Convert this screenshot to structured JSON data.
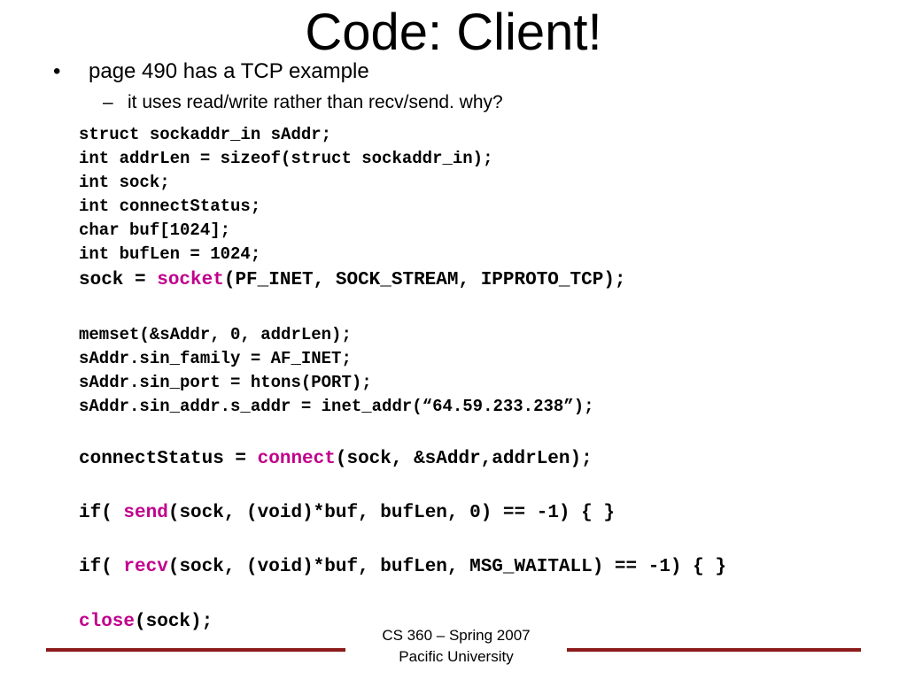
{
  "slide": {
    "title": "Code: Client!",
    "bullets": [
      {
        "marker": "•",
        "text": "page 490 has a TCP example"
      },
      {
        "marker": "–",
        "text": "it uses read/write rather than recv/send. why?"
      }
    ]
  },
  "code": {
    "decl_lines": [
      "struct sockaddr_in sAddr;",
      "int addrLen = sizeof(struct sockaddr_in);",
      "int sock;",
      "int connectStatus;",
      "char buf[1024];",
      "int bufLen = 1024;"
    ],
    "socket_line": {
      "pre": "sock = ",
      "fn": "socket",
      "post": "(PF_INET, SOCK_STREAM, IPPROTO_TCP);"
    },
    "addr_lines": [
      "memset(&sAddr, 0, addrLen);",
      "sAddr.sin_family = AF_INET;",
      "sAddr.sin_port = htons(PORT);",
      "sAddr.sin_addr.s_addr = inet_addr(“64.59.233.238”);"
    ],
    "connect_line": {
      "pre": "connectStatus = ",
      "fn": "connect",
      "post": "(sock, &sAddr,addrLen);"
    },
    "send_line": {
      "pre": "if( ",
      "fn": "send",
      "post": "(sock, (void)*buf, bufLen, 0) == -1) { }"
    },
    "recv_line": {
      "pre": "if( ",
      "fn": "recv",
      "post": "(sock, (void)*buf, bufLen, MSG_WAITALL) == -1) { }"
    },
    "close_line": {
      "pre": "",
      "fn": "close",
      "post": "(sock);"
    }
  },
  "footer": {
    "line1": "CS 360 – Spring 2007",
    "line2": "Pacific University"
  },
  "colors": {
    "function_highlight": "#c0008c",
    "footer_rule": "#8b1a1a"
  }
}
